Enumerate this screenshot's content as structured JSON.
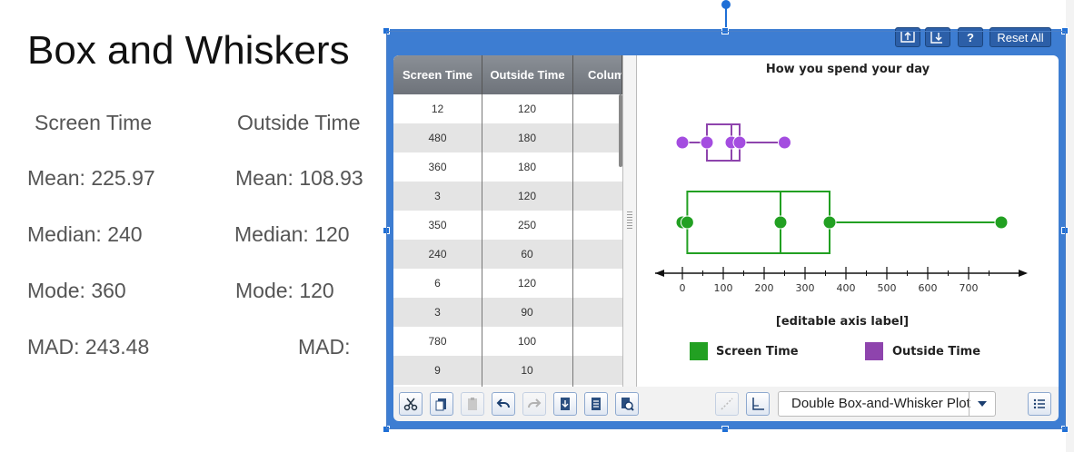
{
  "slide": {
    "title": "Box and Whiskers",
    "screen": {
      "heading": "Screen Time",
      "mean": "Mean: 225.97",
      "median": "Median: 240",
      "mode": "Mode: 360",
      "mad": "MAD:  243.48"
    },
    "outside": {
      "heading": "Outside Time",
      "mean": "Mean: 108.93",
      "median": "Median: 120",
      "mode": "Mode: 120",
      "mad": "MAD:"
    }
  },
  "widget": {
    "reset_label": "Reset All",
    "help_label": "?",
    "columns": [
      "Screen Time",
      "Outside Time",
      "Column"
    ],
    "rows": [
      [
        "12",
        "120"
      ],
      [
        "480",
        "180"
      ],
      [
        "360",
        "180"
      ],
      [
        "3",
        "120"
      ],
      [
        "350",
        "250"
      ],
      [
        "240",
        "60"
      ],
      [
        "6",
        "120"
      ],
      [
        "3",
        "90"
      ],
      [
        "780",
        "100"
      ],
      [
        "9",
        "10"
      ]
    ],
    "plot_type": "Double Box-and-Whisker Plot",
    "colors": {
      "frame": "#3d7dd2",
      "screen": "#22a022",
      "outside": "#8e44ad",
      "outside_point": "#a44de0"
    }
  },
  "chart_data": {
    "type": "box",
    "title": "How you spend your day",
    "xlabel": "[editable axis label]",
    "xlim": [
      -60,
      840
    ],
    "ticks": [
      0,
      100,
      200,
      300,
      400,
      500,
      600,
      700
    ],
    "tick_labels": [
      "0",
      "100",
      "200",
      "300",
      "400",
      "500",
      "600",
      "700"
    ],
    "series": [
      {
        "name": "Screen Time",
        "color": "#22a022",
        "min": 0,
        "q1": 12,
        "median": 240,
        "q3": 360,
        "max": 780,
        "points": [
          0,
          12,
          240,
          360,
          780
        ]
      },
      {
        "name": "Outside Time",
        "color": "#8e44ad",
        "min": 0,
        "q1": 60,
        "median": 120,
        "q3": 140,
        "max": 250,
        "points": [
          0,
          60,
          120,
          140,
          250
        ]
      }
    ],
    "legend": [
      "Screen Time",
      "Outside Time"
    ],
    "legend_position": "bottom"
  }
}
